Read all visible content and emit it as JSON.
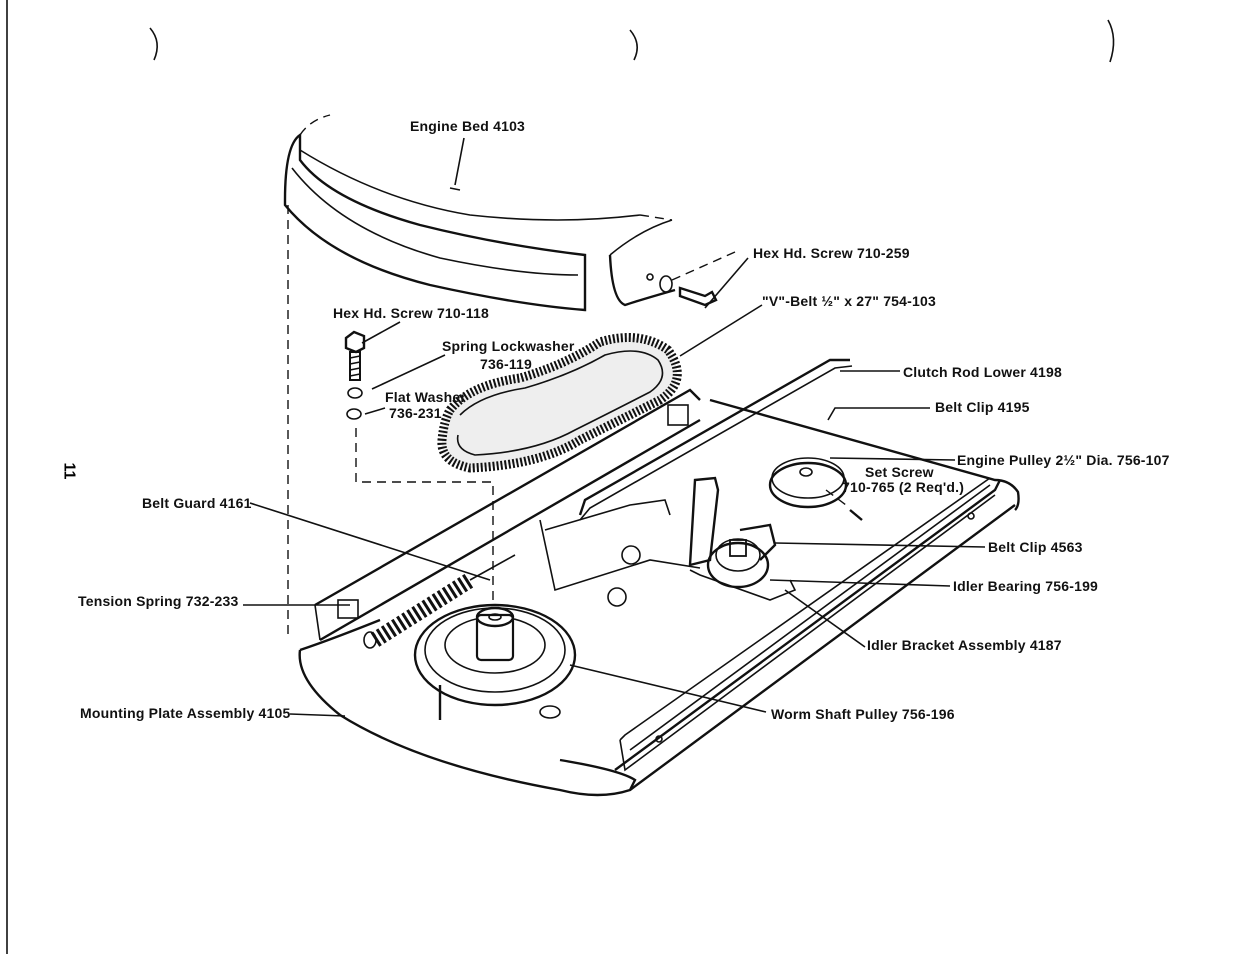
{
  "page_number": "11",
  "labels": {
    "engine_bed": "Engine Bed 4103",
    "hex_screw_259": "Hex Hd. Screw 710-259",
    "v_belt": "\"V\"-Belt ½\" x 27\" 754-103",
    "hex_screw_118": "Hex Hd. Screw 710-118",
    "spring_lockwasher": "Spring Lockwasher",
    "spring_lockwasher_no": "736-119",
    "flat_washer": "Flat Washer",
    "flat_washer_no": "736-231",
    "clutch_rod": "Clutch Rod Lower 4198",
    "belt_clip_4195": "Belt Clip 4195",
    "engine_pulley": "Engine Pulley 2½\" Dia. 756-107",
    "set_screw": "Set Screw",
    "set_screw_no": "710-765 (2 Req'd.)",
    "belt_guard": "Belt Guard 4161",
    "belt_clip_4563": "Belt Clip 4563",
    "idler_bearing": "Idler Bearing 756-199",
    "tension_spring": "Tension Spring 732-233",
    "idler_bracket": "Idler Bracket Assembly 4187",
    "mounting_plate": "Mounting Plate Assembly 4105",
    "worm_pulley": "Worm Shaft Pulley 756-196"
  }
}
